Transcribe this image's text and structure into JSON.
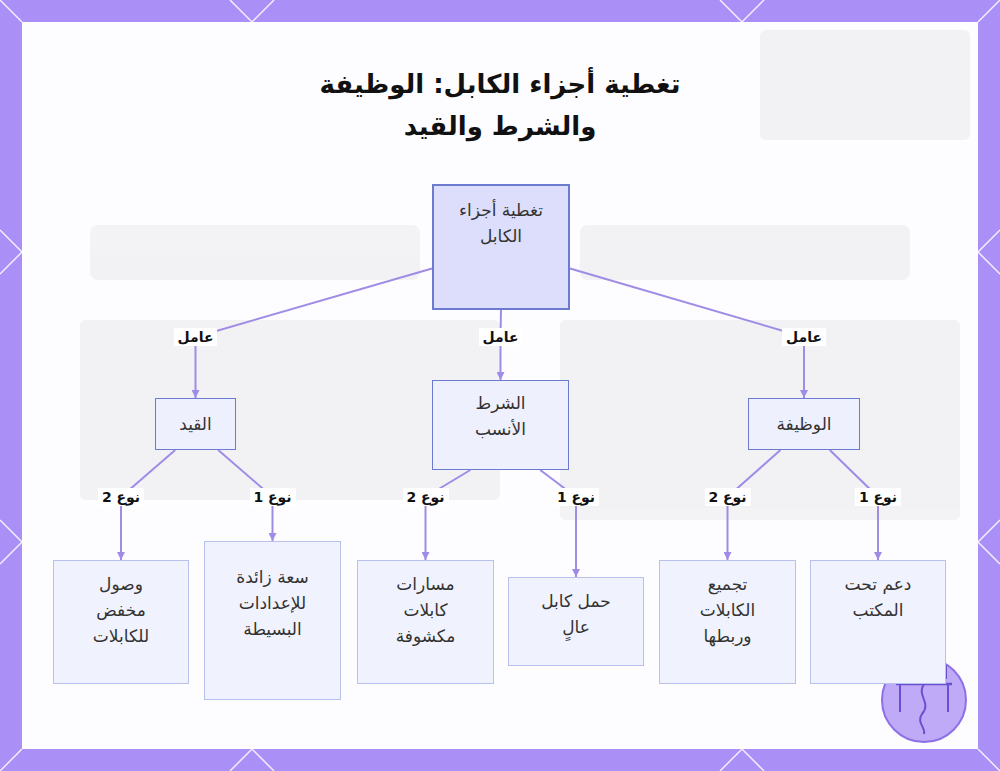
{
  "diagram": {
    "title": "تغطية أجزاء الكابل: الوظيفة والشرط والقيد",
    "nodes": [
      {
        "text": [
          "تغطية أجزاء الكابل"
        ]
      },
      {
        "text": [
          "الوظيفة"
        ]
      },
      {
        "text": [
          "الشرط الأنسب"
        ]
      },
      {
        "text": [
          "القيد"
        ]
      },
      {
        "text": [
          "دعم تحت المكتب"
        ]
      },
      {
        "text": [
          "تجميع الكابلات وربطها"
        ]
      },
      {
        "text": [
          "حمل كابل عالٍ"
        ]
      },
      {
        "text": [
          "مسارات كابلات مكشوفة"
        ]
      },
      {
        "text": [
          "سعة زائدة للإعدادات البسيطة"
        ]
      },
      {
        "text": [
          "وصول مخفض للكابلات"
        ]
      }
    ],
    "edges": [
      {
        "from": 0,
        "to": 1,
        "label": "عامل",
        "arrow": "to"
      },
      {
        "from": 0,
        "to": 2,
        "label": "عامل",
        "arrow": "to"
      },
      {
        "from": 0,
        "to": 3,
        "label": "عامل",
        "arrow": "to"
      },
      {
        "from": 1,
        "to": 4,
        "label": "نوع 1",
        "arrow": "to"
      },
      {
        "from": 1,
        "to": 5,
        "label": "نوع 2",
        "arrow": "to"
      },
      {
        "from": 2,
        "to": 6,
        "label": "نوع 1",
        "arrow": "to"
      },
      {
        "from": 2,
        "to": 7,
        "label": "نوع 2",
        "arrow": "to"
      },
      {
        "from": 3,
        "to": 8,
        "label": "نوع 1",
        "arrow": "to"
      },
      {
        "from": 3,
        "to": 9,
        "label": "نوع 2",
        "arrow": "to"
      }
    ]
  }
}
